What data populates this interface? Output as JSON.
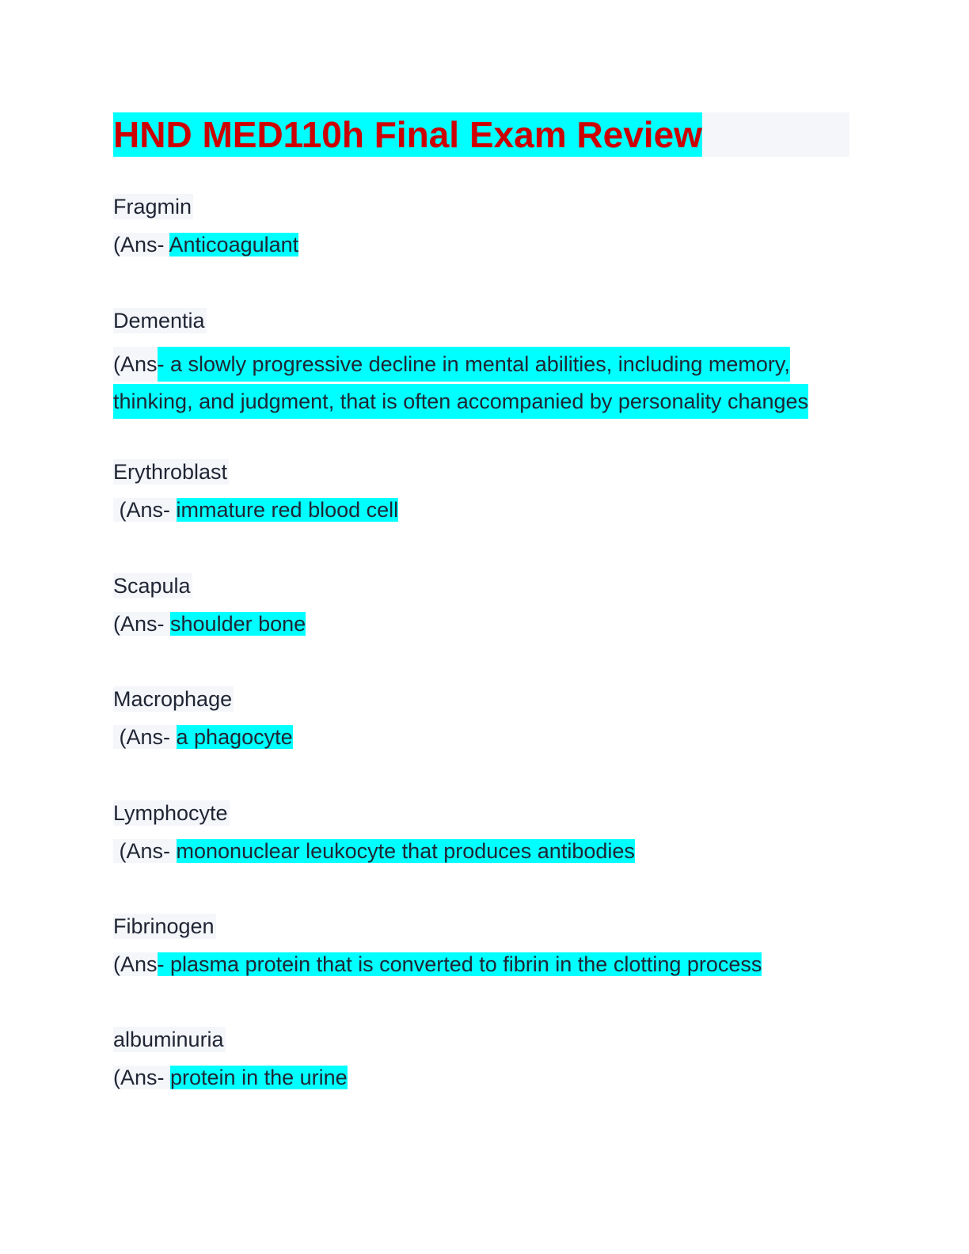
{
  "document": {
    "title": "HND MED110h Final Exam Review"
  },
  "entries": [
    {
      "term": "Fragmin",
      "prefix": "(Ans- ",
      "answer": "Anticoagulant"
    },
    {
      "term": "Dementia",
      "prefix": "(Ans",
      "answer": "- a slowly progressive decline in mental abilities, including memory, thinking, and judgment, that is often accompanied by personality changes"
    },
    {
      "term": "Erythroblast",
      "prefix": " (Ans- ",
      "answer": "immature red blood cell"
    },
    {
      "term": "Scapula",
      "prefix": "(Ans- ",
      "answer": "shoulder bone"
    },
    {
      "term": "Macrophage",
      "prefix": " (Ans- ",
      "answer": "a phagocyte"
    },
    {
      "term": "Lymphocyte",
      "prefix": " (Ans- ",
      "answer": "mononuclear leukocyte that produces antibodies"
    },
    {
      "term": "Fibrinogen",
      "prefix": "(Ans",
      "answer": "- plasma protein that is converted to fibrin in the clotting process"
    },
    {
      "term": "albuminuria",
      "prefix": "(Ans- ",
      "answer": "protein in the urine"
    }
  ],
  "colors": {
    "title_text": "#cc0000",
    "highlight": "#00ffff",
    "body_text": "#1f2533",
    "term_background": "#f5f6fa"
  }
}
